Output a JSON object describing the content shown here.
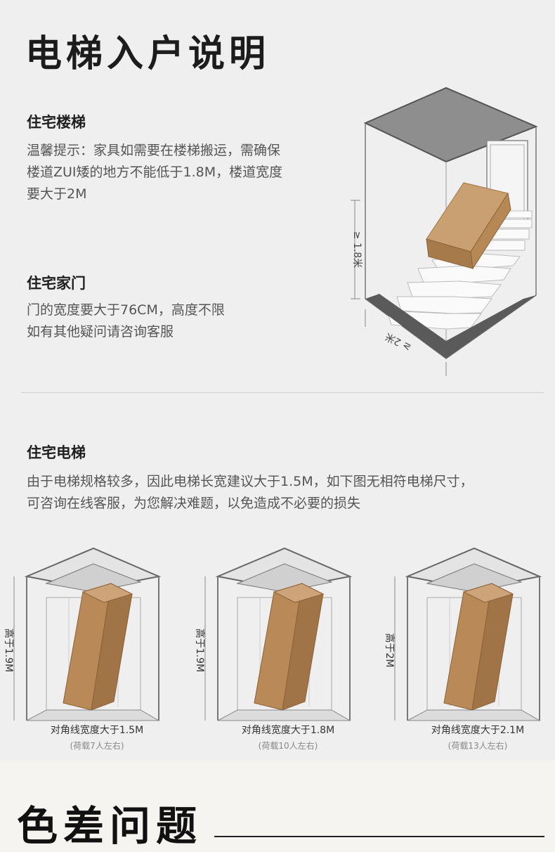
{
  "page_title": "电梯入户说明",
  "stairs": {
    "heading": "住宅楼梯",
    "text_lines": [
      "温馨提示：家具如需要在楼梯搬运，需确保",
      "楼道ZUI矮的地方不能低于1.8M，楼道宽度",
      "要大于2M"
    ],
    "height_label": "≥ 1.8米",
    "width_label": "≥ 2米"
  },
  "door": {
    "heading": "住宅家门",
    "text_lines": [
      "门的宽度要大于76CM，高度不限",
      "如有其他疑问请咨询客服"
    ]
  },
  "elevator": {
    "heading": "住宅电梯",
    "text_lines": [
      "由于电梯规格较多，因此电梯长宽建议大于1.5M，如下图无相符电梯尺寸，",
      "可咨询在线客服，为您解决难题，以免造成不必要的损失"
    ],
    "items": [
      {
        "height": "高于1.9M",
        "diagonal": "对角线宽度大于1.5M",
        "load": "(荷载7人左右)"
      },
      {
        "height": "高于1.9M",
        "diagonal": "对角线宽度大于1.8M",
        "load": "(荷载10人左右)"
      },
      {
        "height": "高于2M",
        "diagonal": "对角线宽度大于2.1M",
        "load": "(荷载13人左右)"
      }
    ]
  },
  "next_section": {
    "title": "色差问题"
  }
}
